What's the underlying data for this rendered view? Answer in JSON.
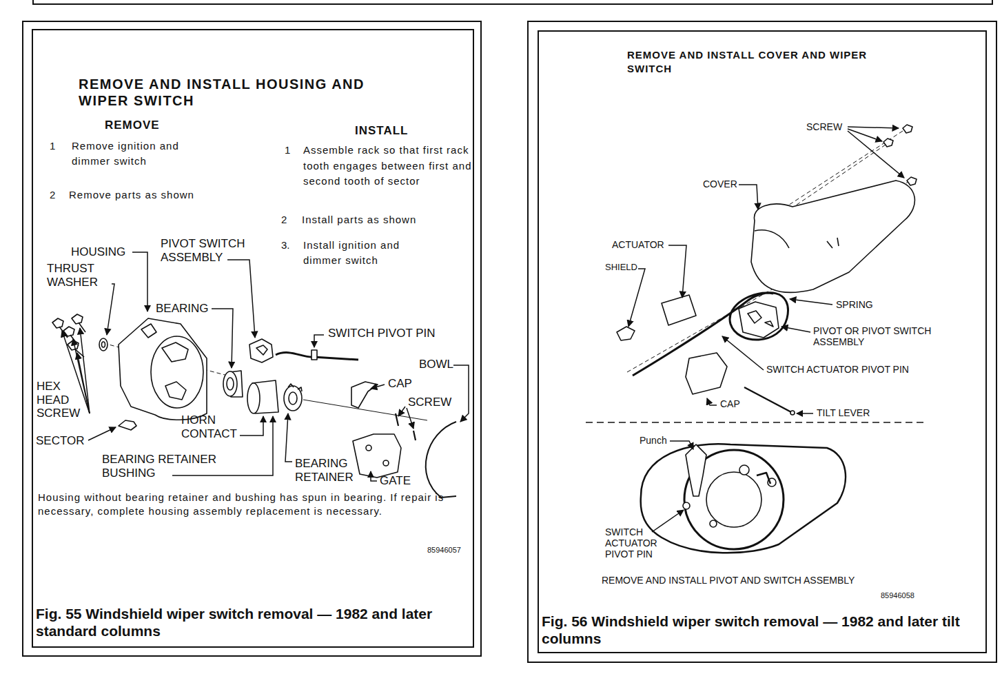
{
  "diagram": {
    "nodes": [
      {
        "text": [
          "REMOVE AND INSTALL HOUSING AND WIPER SWITCH",
          "Fig. 55 Windshield wiper switch removal — 1982 and later standard columns"
        ]
      },
      {
        "text": [
          "REMOVE AND INSTALL COVER AND WIPER SWITCH",
          "Fig. 56 Windshield wiper switch removal — 1982 and later tilt columns"
        ]
      }
    ],
    "labels": [
      "REMOVE",
      "INSTALL",
      "1",
      "Remove ignition and dimmer switch",
      "2",
      "Remove parts as shown",
      "1",
      "Assemble rack so that first rack tooth engages between first and second tooth of sector",
      "2",
      "Install parts as shown",
      "3.",
      "Install ignition and dimmer switch",
      "HOUSING",
      "PIVOT SWITCH ASSEMBLY",
      "THRUST WASHER",
      "BEARING",
      "SWITCH PIVOT PIN",
      "BOWL",
      "CAP",
      "SCREW",
      "HEX HEAD SCREW",
      "SECTOR",
      "HORN CONTACT",
      "BEARING RETAINER BUSHING",
      "BEARING RETAINER",
      "GATE",
      "Housing without bearing retainer and bushing has spun in bearing. If repair is necessary, complete housing assembly replacement is necessary.",
      "85946057",
      "SCREW",
      "COVER",
      "ACTUATOR",
      "SHIELD",
      "SPRING",
      "PIVOT OR PIVOT SWITCH ASSEMBLY",
      "SWITCH ACTUATOR PIVOT PIN",
      "CAP",
      "TILT LEVER",
      "Punch",
      "SWITCH ACTUATOR PIVOT PIN",
      "REMOVE AND INSTALL PIVOT AND SWITCH ASSEMBLY",
      "85946058"
    ]
  }
}
